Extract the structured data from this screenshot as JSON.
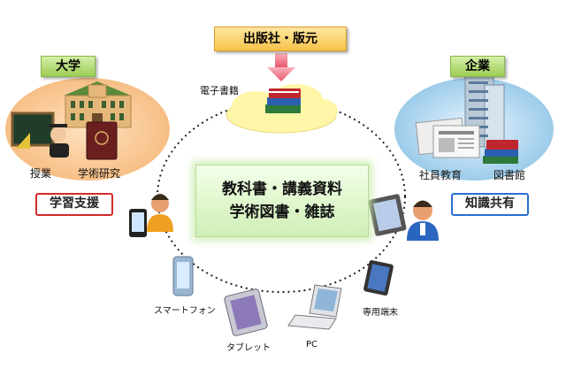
{
  "publisher": "出版社・版元",
  "ebook": "電子書籍",
  "university": {
    "title": "大学",
    "items": [
      "授業",
      "学術研究"
    ],
    "badge": "学習支援"
  },
  "company": {
    "title": "企業",
    "items": [
      "社員教育",
      "図書館"
    ],
    "badge": "知識共有"
  },
  "center": {
    "line1": "教科書・講義資料",
    "line2": "学術図書・雑誌"
  },
  "devices": [
    "スマートフォン",
    "タブレット",
    "PC",
    "専用端末"
  ],
  "colors": {
    "university_bg": "#f5b87a",
    "company_bg": "#9ccbe8",
    "cloud": "#fff6a8",
    "arrow": "#f07a8a",
    "badge_red": "#d42a2a",
    "badge_blue": "#2a6fd4"
  }
}
